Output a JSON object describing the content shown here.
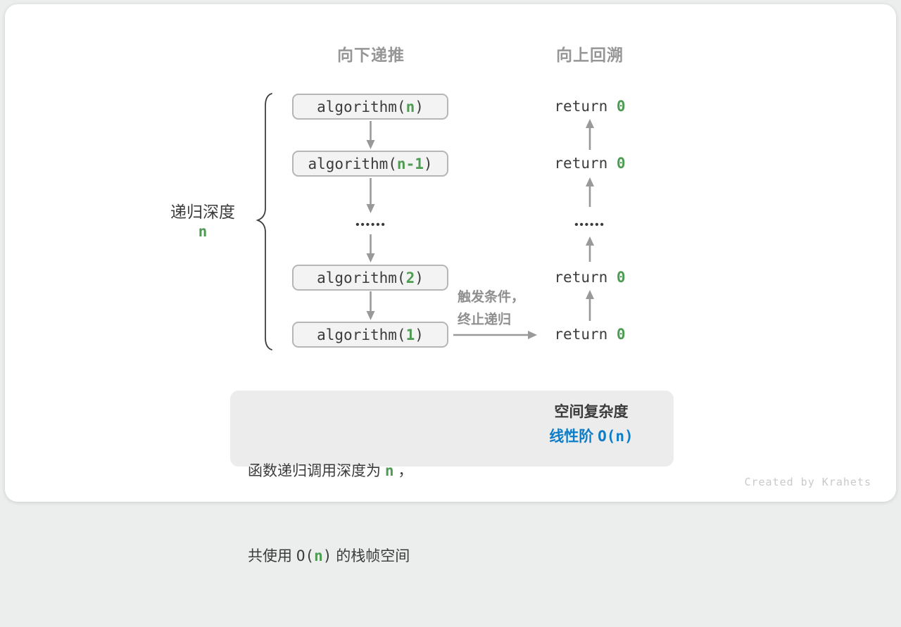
{
  "colors": {
    "green_accent": "#4e9b53",
    "blue_accent": "#0d7dc8",
    "arrow_gray": "#999999",
    "box_fill": "#f3f3f4",
    "box_border": "#b6b6b6",
    "summary_fill": "#ececec"
  },
  "headers": {
    "left": "向下递推",
    "right": "向上回溯"
  },
  "depth": {
    "label": "递归深度",
    "value": "n"
  },
  "boxes": [
    {
      "prefix": "algorithm(",
      "arg": "n",
      "suffix": ")"
    },
    {
      "prefix": "algorithm(",
      "arg": "n-1",
      "suffix": ")"
    },
    {
      "prefix": "algorithm(",
      "arg": "2",
      "suffix": ")"
    },
    {
      "prefix": "algorithm(",
      "arg": "1",
      "suffix": ")"
    }
  ],
  "ellipsis": "••••••",
  "returns": [
    {
      "keyword": "return ",
      "value": "0"
    },
    {
      "keyword": "return ",
      "value": "0"
    },
    {
      "keyword": "return ",
      "value": "0"
    },
    {
      "keyword": "return ",
      "value": "0"
    }
  ],
  "trigger": {
    "line1": "触发条件，",
    "line2": "终止递归"
  },
  "summary": {
    "left1_pre": "函数递归调用深度为 ",
    "left1_n": "n",
    "left1_post": " ，",
    "left2_pre": "共使用 ",
    "left2_open": "O(",
    "left2_n": "n",
    "left2_close": ")",
    "left2_post": " 的栈帧空间",
    "right_title": "空间复杂度",
    "right_pre": "线性阶 ",
    "right_expr": "O(n)"
  },
  "watermark": "Created by Krahets"
}
